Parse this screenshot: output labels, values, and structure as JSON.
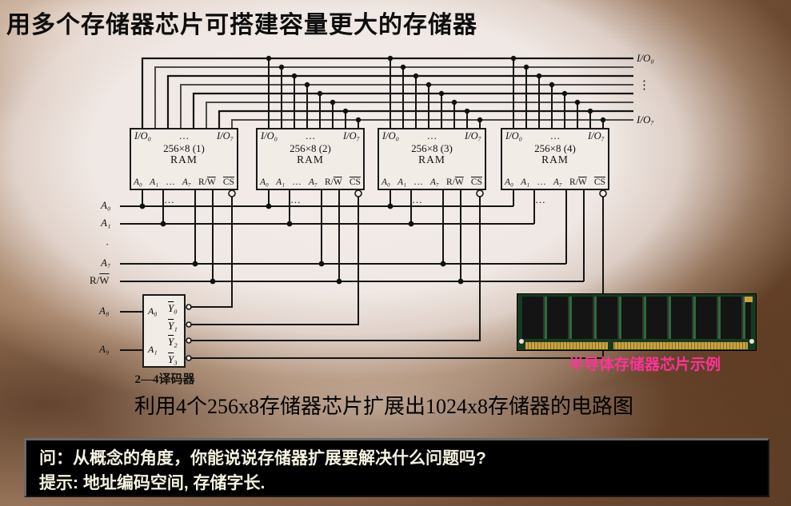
{
  "title": "用多个存储器芯片可搭建容量更大的存储器",
  "diagram": {
    "bus": {
      "io0": "I/O₀",
      "io7": "I/O₇",
      "vdots": "⋮"
    },
    "left": {
      "a0": "A₀",
      "a1": "A₁",
      "dot": "·",
      "a7": "A₇",
      "rw_prefix": "R/",
      "rw_w": "W"
    },
    "chip": {
      "io0": "I/O₀",
      "hdots": "…",
      "io7": "I/O₇",
      "size": "256×8",
      "name": "RAM",
      "a0": "A₀",
      "a1": "A₁",
      "pin_dots": "…",
      "a7": "A₇",
      "rw_prefix": "R/",
      "rw_w": "W",
      "cs": "CS",
      "under_dots": "…"
    },
    "chips": [
      {
        "id": "(1)"
      },
      {
        "id": "(2)"
      },
      {
        "id": "(3)"
      },
      {
        "id": "(4)"
      }
    ],
    "decoder": {
      "a8": "A₈",
      "a9": "A₉",
      "in_a0": "A₀",
      "in_a1": "A₁",
      "y_base": "Y",
      "y_subs": [
        "₀",
        "₁",
        "₂",
        "₃"
      ],
      "label": "2—4译码器"
    },
    "photo_caption": "半导体存储器芯片示例"
  },
  "caption": "利用4个256x8存储器芯片扩展出1024x8存储器的电路图",
  "question_box": {
    "line1": "问：从概念的角度，你能说说存储器扩展要解决什么问题吗?",
    "line2": "提示: 地址编码空间, 存储字长."
  },
  "colors": {
    "photo_caption": "#ff3399",
    "question_text": "#f5f2e0",
    "question_bg": "#000000"
  }
}
